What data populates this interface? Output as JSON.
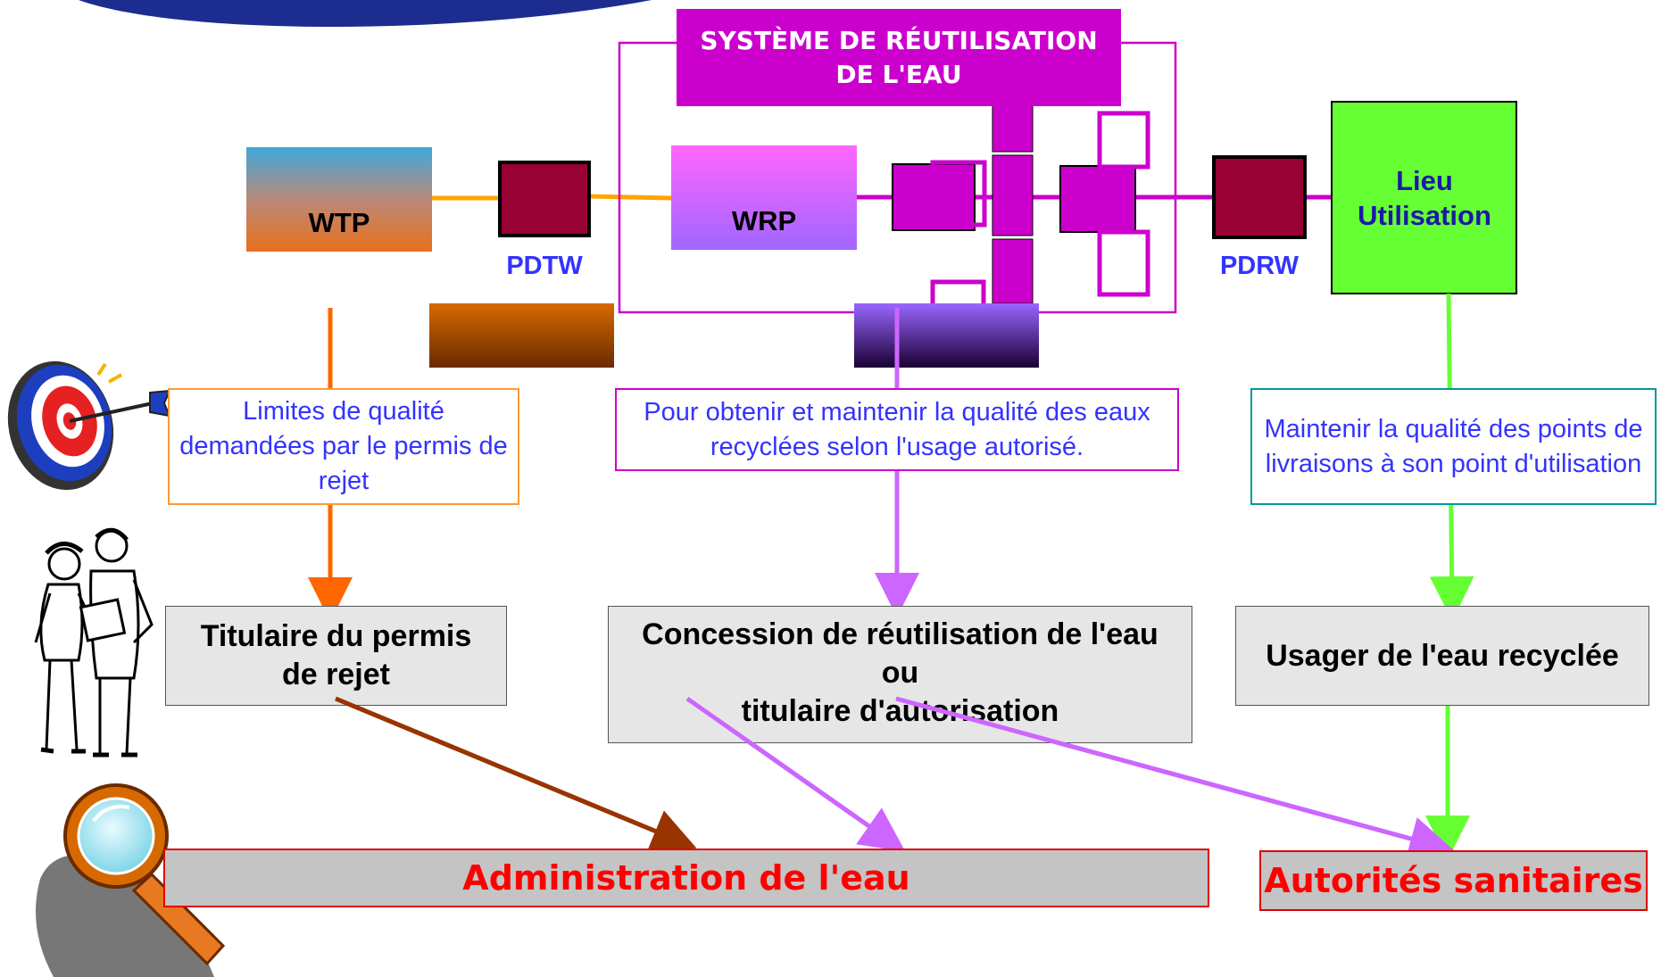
{
  "system": {
    "title": "SYSTÈME DE RÉUTILISATION DE L'EAU"
  },
  "nodes": {
    "wtp": "WTP",
    "wrp": "WRP",
    "pdtw": "PDTW",
    "pdrw": "PDRW",
    "lieu": "Lieu Utilisation"
  },
  "info": {
    "left": "Limites de qualité demandées par le permis de rejet",
    "middle": "Pour obtenir et maintenir la qualité des eaux recyclées selon l'usage autorisé.",
    "right": "Maintenir la qualité des points de livraisons à son point d'utilisation"
  },
  "actors": {
    "left": "Titulaire du permis de rejet",
    "middle_line1": "Concession de réutilisation de l'eau",
    "middle_line2": "ou",
    "middle_line3": "titulaire d'autorisation",
    "right": "Usager de l'eau recyclée"
  },
  "authorities": {
    "water": "Administration de l'eau",
    "health": "Autorités sanitaires"
  },
  "colors": {
    "orange_line": "#ffa500",
    "magenta": "#cc00cc",
    "pdtw_box": "#990033",
    "green": "#66ff33",
    "arrow_orange": "#ff6600",
    "arrow_violet": "#cc66ff",
    "arrow_green": "#66ff33",
    "arrow_brown": "#993300",
    "red_text": "#ff0000"
  }
}
